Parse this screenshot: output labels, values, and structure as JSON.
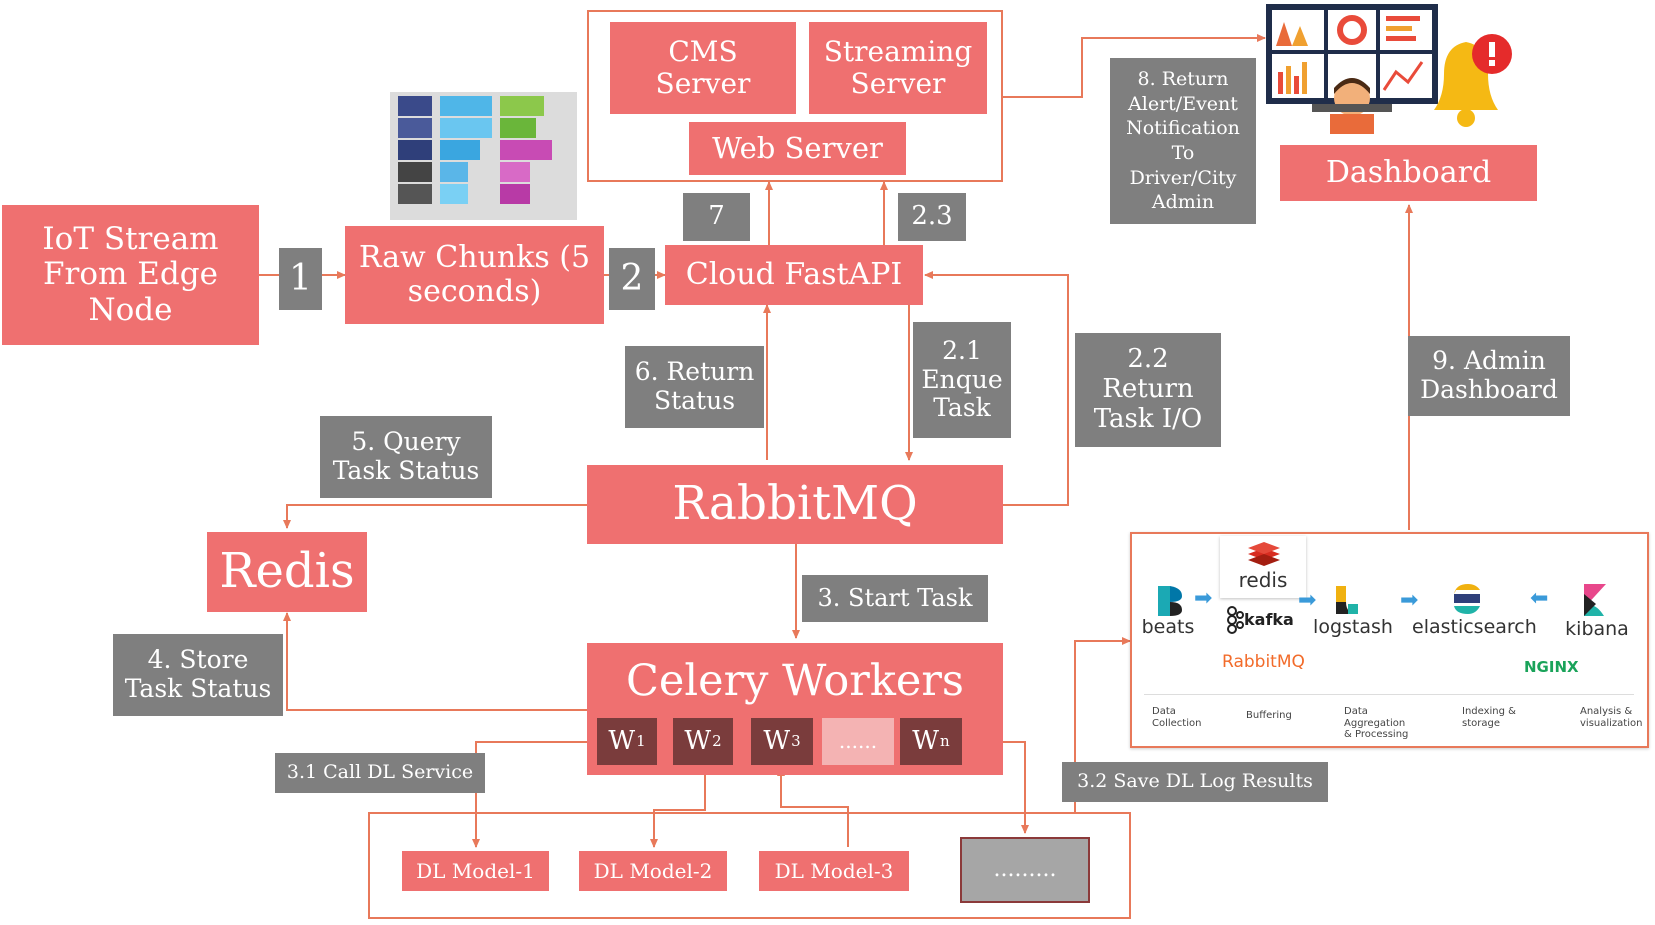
{
  "colors": {
    "node": "#ef7070",
    "label": "#7f7f7f",
    "arrow": "#e8795a",
    "frame": "#e8795a"
  },
  "nodes": {
    "iot": "IoT Stream\nFrom Edge\nNode",
    "raw_chunks": "Raw Chunks (5\nseconds)",
    "cloud_fastapi": "Cloud FastAPI",
    "cms_server": "CMS\nServer",
    "streaming_server": "Streaming\nServer",
    "web_server": "Web Server",
    "dashboard": "Dashboard",
    "rabbitmq": "RabbitMQ",
    "redis": "Redis",
    "celery_workers": "Celery Workers",
    "dl_model_1": "DL Model-1",
    "dl_model_2": "DL Model-2",
    "dl_model_3": "DL Model-3",
    "dl_more": "........."
  },
  "workers": [
    {
      "base": "W",
      "sub": "1"
    },
    {
      "base": "W",
      "sub": "2"
    },
    {
      "base": "W",
      "sub": "3"
    },
    {
      "base": "......",
      "sub": ""
    },
    {
      "base": "W",
      "sub": "n"
    }
  ],
  "labels": {
    "step_1": "1",
    "step_2": "2",
    "step_7": "7",
    "step_2_3": "2.3",
    "step_2_1": "2.1\nEnque\nTask",
    "step_2_2": "2.2\nReturn\nTask I/O",
    "step_6": "6. Return\nStatus",
    "step_5": "5. Query\nTask Status",
    "step_3": "3. Start  Task",
    "step_4": "4. Store\nTask Status",
    "step_3_1": "3.1 Call DL Service",
    "step_3_2": "3.2 Save DL Log Results",
    "step_8": "8. Return\nAlert/Event\nNotification\nTo\nDriver/City\nAdmin",
    "step_9": "9. Admin\nDashboard"
  },
  "elk_stack": {
    "tools": [
      "beats",
      "kafka",
      "logstash",
      "elasticsearch",
      "kibana"
    ],
    "buffer_logos": [
      "redis",
      "RabbitMQ",
      "NGINX"
    ],
    "stages": [
      "Data\nCollection",
      "Buffering",
      "Data\nAggregation\n& Processing",
      "Indexing &\nstorage",
      "Analysis &\nvisualization"
    ]
  },
  "icons": [
    "file-chunks-icon",
    "monitoring-dashboard-icon",
    "alert-bell-icon"
  ]
}
